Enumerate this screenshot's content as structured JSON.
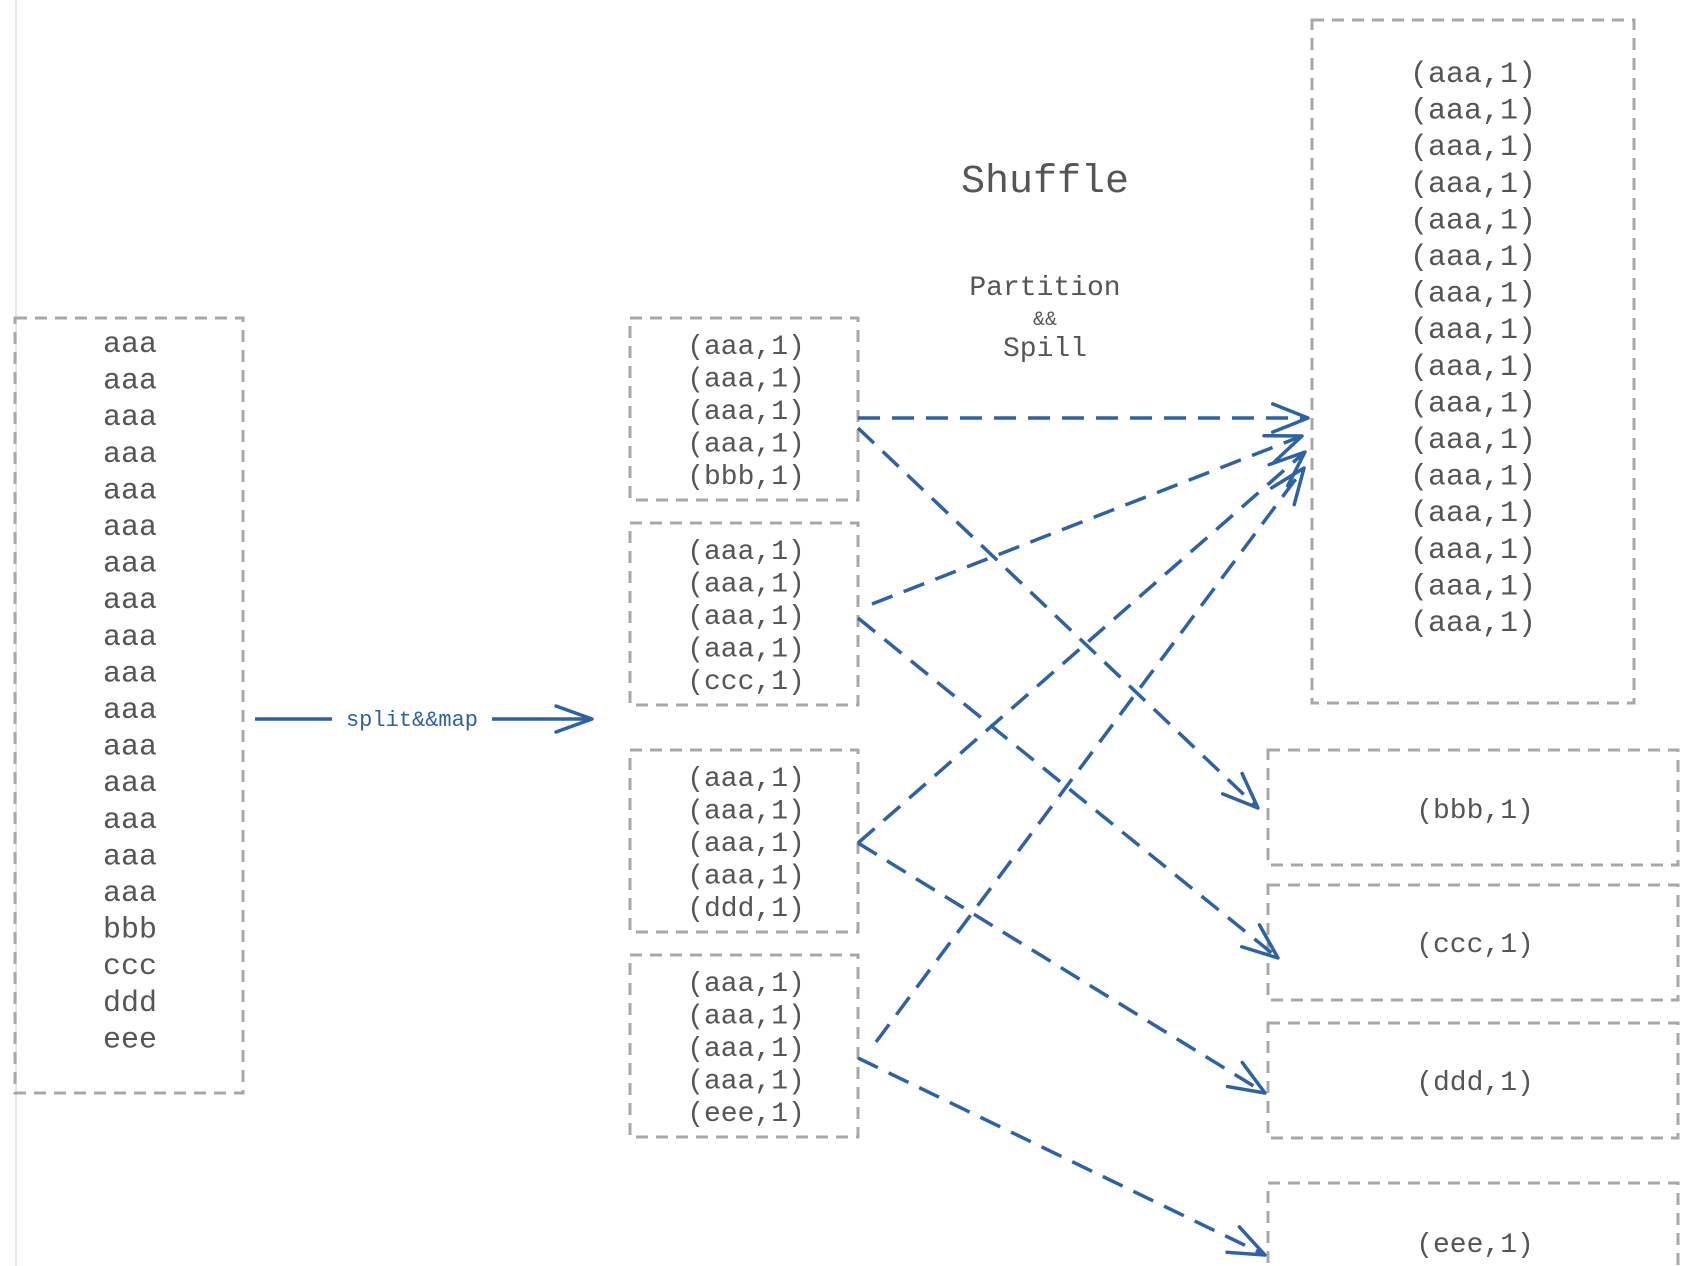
{
  "title": "Shuffle",
  "stage_label": [
    "Partition",
    "&&",
    "Spill"
  ],
  "split_label": "split&&map",
  "input_words": [
    "aaa",
    "aaa",
    "aaa",
    "aaa",
    "aaa",
    "aaa",
    "aaa",
    "aaa",
    "aaa",
    "aaa",
    "aaa",
    "aaa",
    "aaa",
    "aaa",
    "aaa",
    "aaa",
    "bbb",
    "ccc",
    "ddd",
    "eee"
  ],
  "map_blocks": [
    [
      "(aaa,1)",
      "(aaa,1)",
      "(aaa,1)",
      "(aaa,1)",
      "(bbb,1)"
    ],
    [
      "(aaa,1)",
      "(aaa,1)",
      "(aaa,1)",
      "(aaa,1)",
      "(ccc,1)"
    ],
    [
      "(aaa,1)",
      "(aaa,1)",
      "(aaa,1)",
      "(aaa,1)",
      "(ddd,1)"
    ],
    [
      "(aaa,1)",
      "(aaa,1)",
      "(aaa,1)",
      "(aaa,1)",
      "(eee,1)"
    ]
  ],
  "partitions": [
    [
      "(aaa,1)",
      "(aaa,1)",
      "(aaa,1)",
      "(aaa,1)",
      "(aaa,1)",
      "(aaa,1)",
      "(aaa,1)",
      "(aaa,1)",
      "(aaa,1)",
      "(aaa,1)",
      "(aaa,1)",
      "(aaa,1)",
      "(aaa,1)",
      "(aaa,1)",
      "(aaa,1)",
      "(aaa,1)"
    ],
    [
      "(bbb,1)"
    ],
    [
      "(ccc,1)"
    ],
    [
      "(ddd,1)"
    ],
    [
      "(eee,1)"
    ]
  ],
  "colors": {
    "arrow": "#2e62a3",
    "box_border": "#a8a8a8",
    "text": "#555555"
  },
  "edges": [
    {
      "from_block": 0,
      "to_partition": 0
    },
    {
      "from_block": 0,
      "to_partition": 1
    },
    {
      "from_block": 1,
      "to_partition": 0
    },
    {
      "from_block": 1,
      "to_partition": 2
    },
    {
      "from_block": 2,
      "to_partition": 0
    },
    {
      "from_block": 2,
      "to_partition": 3
    },
    {
      "from_block": 3,
      "to_partition": 0
    },
    {
      "from_block": 3,
      "to_partition": 4
    }
  ]
}
